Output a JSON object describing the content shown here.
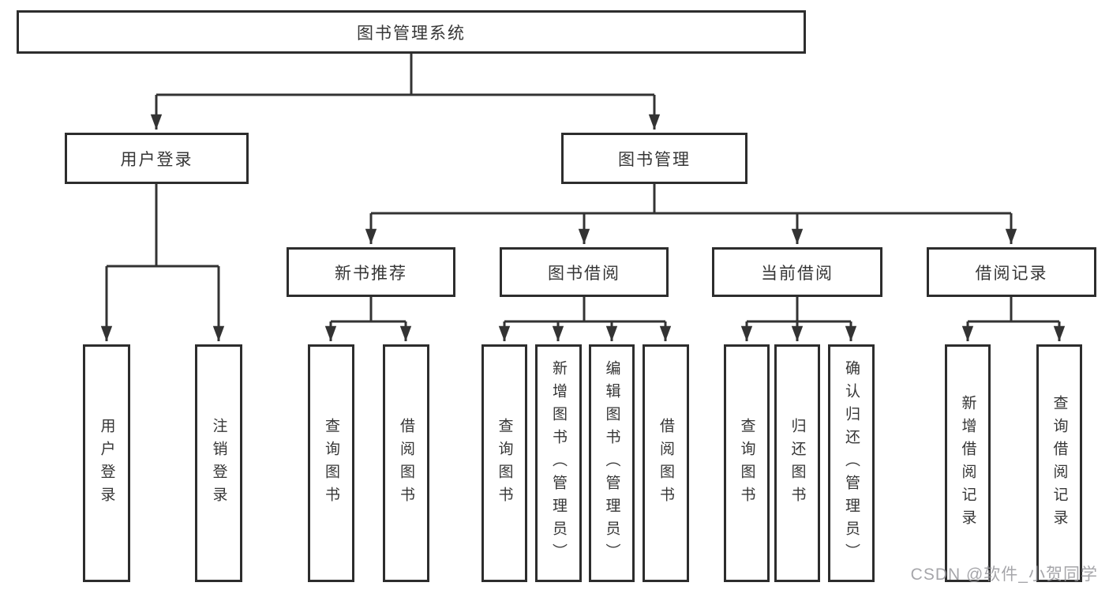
{
  "nodes": {
    "root": "图书管理系统",
    "level2": {
      "user_login": "用户登录",
      "book_mgmt": "图书管理"
    },
    "level3": {
      "new_book_rec": "新书推荐",
      "book_borrow": "图书借阅",
      "current_borrow": "当前借阅",
      "borrow_records": "借阅记录"
    },
    "leaves": {
      "user_login": [
        "用户登录",
        "注销登录"
      ],
      "new_book_rec": [
        "查询图书",
        "借阅图书"
      ],
      "book_borrow": [
        "查询图书",
        "新增图书（管理员）",
        "编辑图书（管理员）",
        "借阅图书"
      ],
      "current_borrow": [
        "查询图书",
        "归还图书",
        "确认归还（管理员）"
      ],
      "borrow_records": [
        "新增借阅记录",
        "查询借阅记录"
      ]
    }
  },
  "watermark": {
    "text": "CSDN @软件_小贺同学"
  },
  "colors": {
    "line": "#333333",
    "border": "#2d2d2d",
    "text": "#363636",
    "background": "#ffffff",
    "watermark": "#96969b"
  }
}
